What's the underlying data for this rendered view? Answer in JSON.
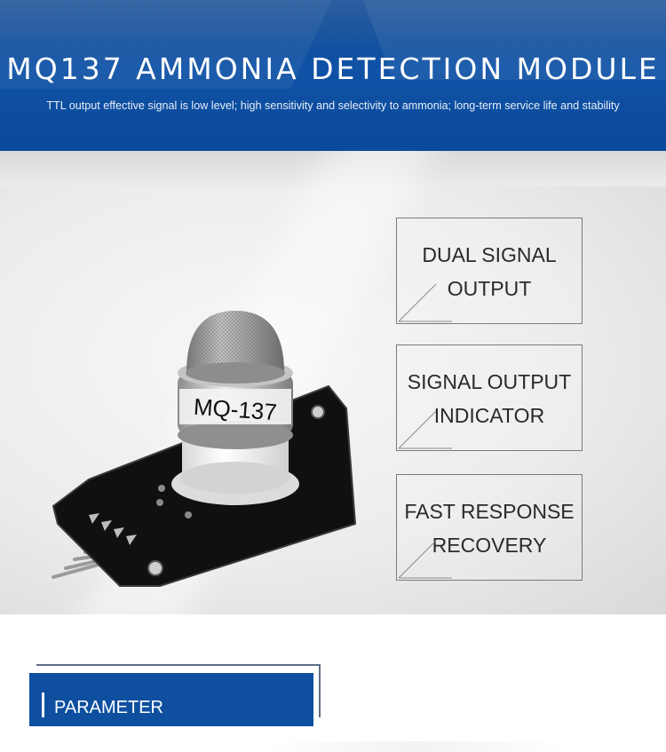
{
  "banner": {
    "title": "MQ137 AMMONIA DETECTION MODULE",
    "subtitle": "TTL output effective signal is low level; high sensitivity and selectivity to ammonia; long-term service life and stability"
  },
  "product_image": {
    "sensor_label": "MQ-137"
  },
  "features": [
    {
      "text": "DUAL SIGNAL\nOUTPUT"
    },
    {
      "text": "SIGNAL OUTPUT\nINDICATOR"
    },
    {
      "text": "FAST RESPONSE\nRECOVERY"
    }
  ],
  "section": {
    "label": "PARAMETER"
  },
  "colors": {
    "brand_blue": "#0e4fa0",
    "banner_blue": "#0f52a6",
    "box_border": "#7b7b7b"
  }
}
